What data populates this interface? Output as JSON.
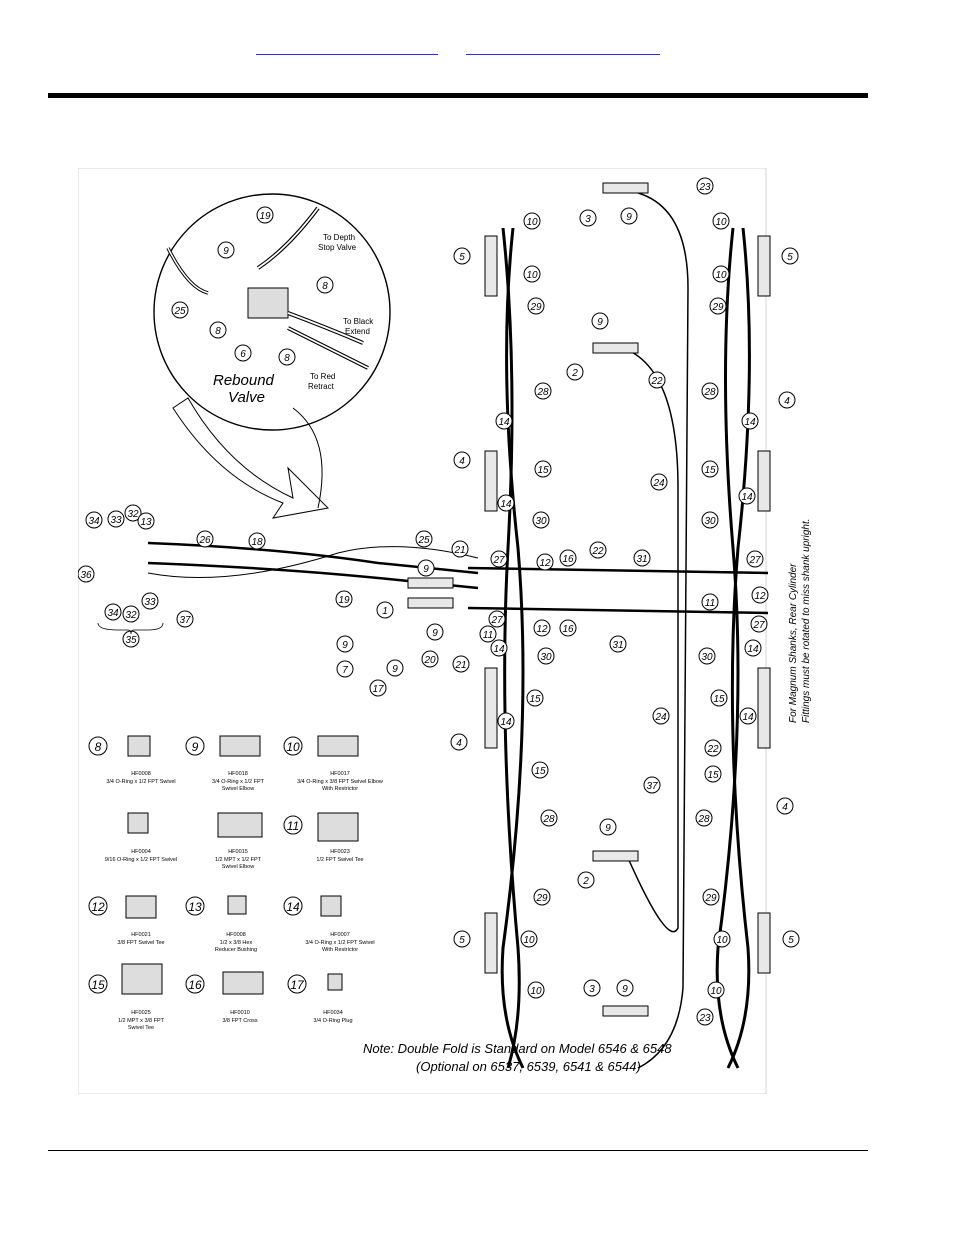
{
  "header": {
    "link_left": "",
    "link_right": ""
  },
  "diagram": {
    "inset": {
      "title_line1": "Rebound",
      "title_line2": "Valve",
      "label_depth_1": "To Depth",
      "label_depth_2": "Stop Valve",
      "label_black_1": "To Black",
      "label_black_2": "Extend",
      "label_red_1": "To Red",
      "label_red_2": "Retract"
    },
    "side_note_1": "For Magnum Shanks, Rear Cylinder",
    "side_note_2": "Fittings must be rotated to miss shank upright.",
    "note_line1": "Note:   Double Fold is Standard on Model  6546 & 6548",
    "note_line2": "(Optional on 6537, 6539, 6541 & 6544)",
    "parts": [
      {
        "num": "8",
        "code": "HF0008",
        "desc1": "3/4 O-Ring x 1/2 FPT Swivel",
        "desc2": ""
      },
      {
        "num": "9",
        "code": "HF0018",
        "desc1": "3/4 O-Ring x 1/2 FPT",
        "desc2": "Swivel Elbow"
      },
      {
        "num": "10",
        "code": "HF0017",
        "desc1": "3/4 O-Ring x 3/8 FPT Swivel Elbow",
        "desc2": "With Restrictor"
      },
      {
        "num": "",
        "code": "HF0004",
        "desc1": "9/16 O-Ring x 1/2 FPT Swivel",
        "desc2": ""
      },
      {
        "num": "",
        "code": "HF0015",
        "desc1": "1/2 MPT x 1/2 FPT",
        "desc2": "Swivel Elbow"
      },
      {
        "num": "11",
        "code": "HF0023",
        "desc1": "1/2 FPT Swivel Tee",
        "desc2": ""
      },
      {
        "num": "12",
        "code": "HF0021",
        "desc1": "3/8 FPT Swivel Tee",
        "desc2": ""
      },
      {
        "num": "13",
        "code": "HF0008",
        "desc1": "1/2  x 3/8 Hex",
        "desc2": "Reducer Bushing"
      },
      {
        "num": "14",
        "code": "HF0007",
        "desc1": "3/4 O-Ring x 1/2 FPT Swivel",
        "desc2": "With Restrictor"
      },
      {
        "num": "15",
        "code": "HF0025",
        "desc1": "1/2 MPT x 3/8 FPT",
        "desc2": "Swivel Tee"
      },
      {
        "num": "16",
        "code": "HF0010",
        "desc1": "3/8 FPT Cross",
        "desc2": ""
      },
      {
        "num": "17",
        "code": "HF0034",
        "desc1": "3/4 O-Ring Plug",
        "desc2": ""
      }
    ],
    "callouts": {
      "c3": "3",
      "c9": "9",
      "c23": "23",
      "c10": "10",
      "c5": "5",
      "c29": "29",
      "c2": "2",
      "c22": "22",
      "c28": "28",
      "c4": "4",
      "c14": "14",
      "c15": "15",
      "c24": "24",
      "c30": "30",
      "c27": "27",
      "c12": "12",
      "c16": "16",
      "c31": "31",
      "c11": "11",
      "c21": "21",
      "c25": "25",
      "c18": "18",
      "c26": "26",
      "c1": "1",
      "c19": "19",
      "c20": "20",
      "c7": "7",
      "c17": "17",
      "c34": "34",
      "c33": "33",
      "c32": "32",
      "c13": "13",
      "c36": "36",
      "c37": "37",
      "c35": "35",
      "c6": "6",
      "c8": "8",
      "c37b": "37"
    }
  }
}
